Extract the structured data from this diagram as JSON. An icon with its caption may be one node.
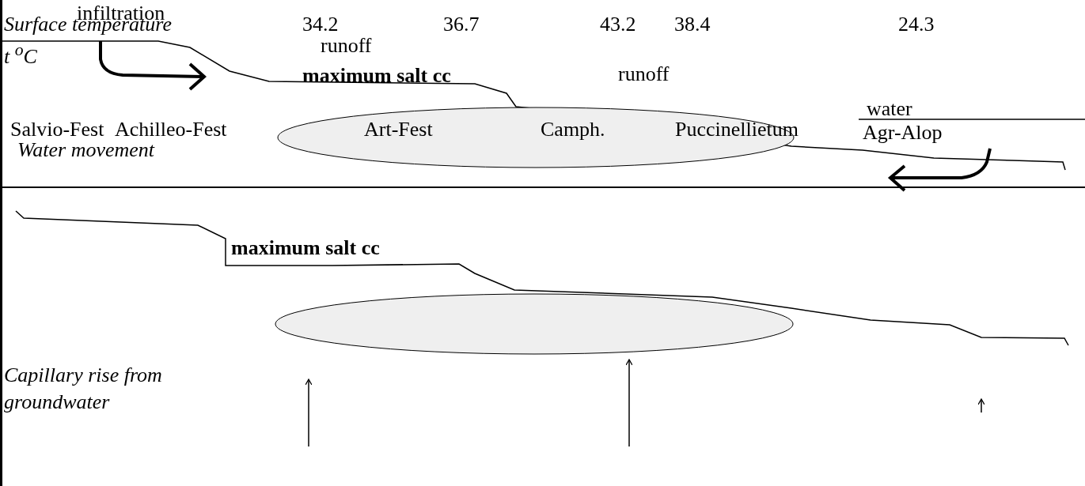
{
  "diagram": {
    "nodes": [
      {
        "text": [],
        "shape": "ellipse"
      },
      {
        "text": [],
        "shape": "ellipse"
      }
    ],
    "labels": [
      "infiltration",
      "Surface temperature",
      "34.2",
      "36.7",
      "43.2",
      "38.4",
      "24.3",
      "t $^{o}$C",
      "runoff",
      "maximum salt cc",
      "runoff",
      "water",
      "Salvio-Fest",
      "Achilleo-Fest",
      "Art-Fest",
      "Camph.",
      "Puccinellietum",
      "Agr-Alop",
      "Water movement",
      "maximum salt cc",
      "Capillary rise from groundwater"
    ]
  }
}
